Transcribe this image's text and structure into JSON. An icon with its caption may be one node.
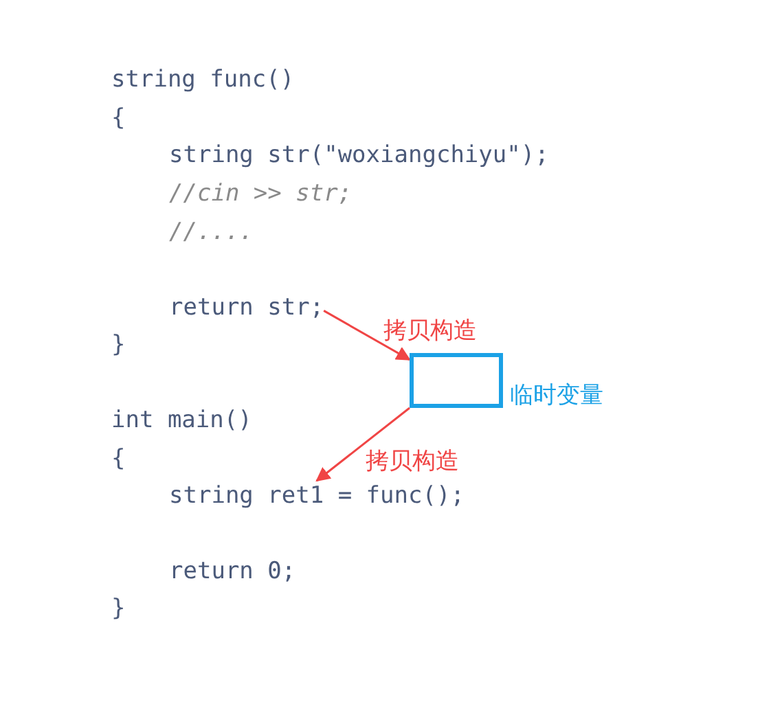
{
  "diagram": {
    "nodes": [
      {
        "text": [
          "return str;"
        ]
      },
      {
        "text": [],
        "shape": "box",
        "beside": [
          "临时变量"
        ]
      },
      {
        "text": [
          "string ret1 = func();"
        ]
      }
    ],
    "edges": [
      {
        "from": 0,
        "to": 1,
        "arrow": "to",
        "label": "拷贝构造"
      },
      {
        "from": 1,
        "to": 2,
        "arrow": "to",
        "label": "拷贝构造"
      }
    ],
    "labels": [
      "string func()",
      "{",
      "string str(\"woxiangchiyu\");",
      "//cin >> str;",
      "//....",
      "}",
      "int main()",
      "{",
      "return 0;",
      "}"
    ]
  }
}
